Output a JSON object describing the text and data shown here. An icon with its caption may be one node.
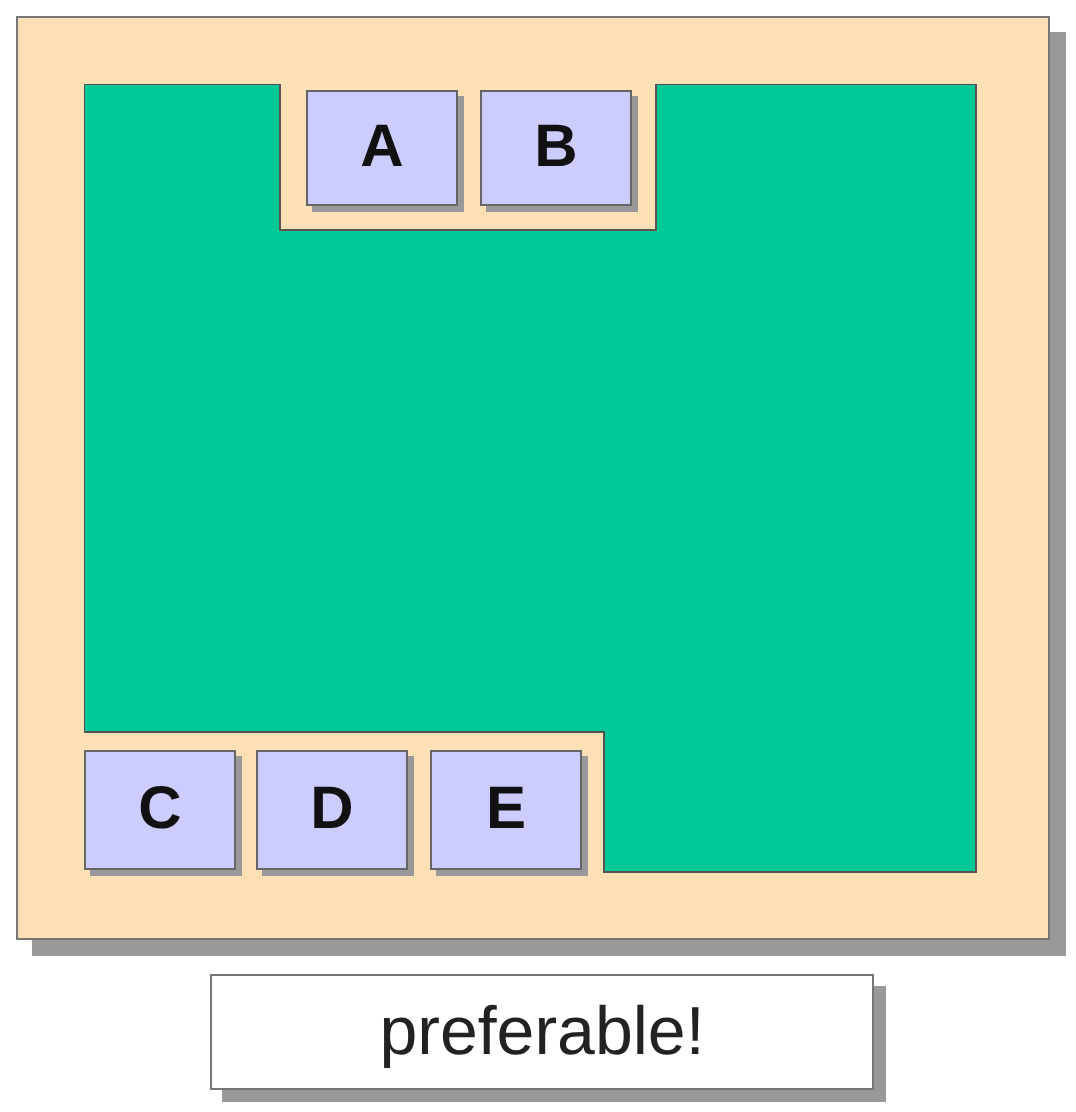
{
  "diagram": {
    "nodes": [
      {
        "text": [],
        "shape": "box"
      },
      {
        "text": [],
        "shape": "polygon",
        "in": 0
      },
      {
        "text": [
          "A"
        ],
        "in": 0
      },
      {
        "text": [
          "B"
        ],
        "in": 0
      },
      {
        "text": [
          "C"
        ],
        "in": 0
      },
      {
        "text": [
          "D"
        ],
        "in": 0
      },
      {
        "text": [
          "E"
        ],
        "in": 0
      },
      {
        "text": [
          "preferable!"
        ]
      }
    ],
    "edges": []
  }
}
